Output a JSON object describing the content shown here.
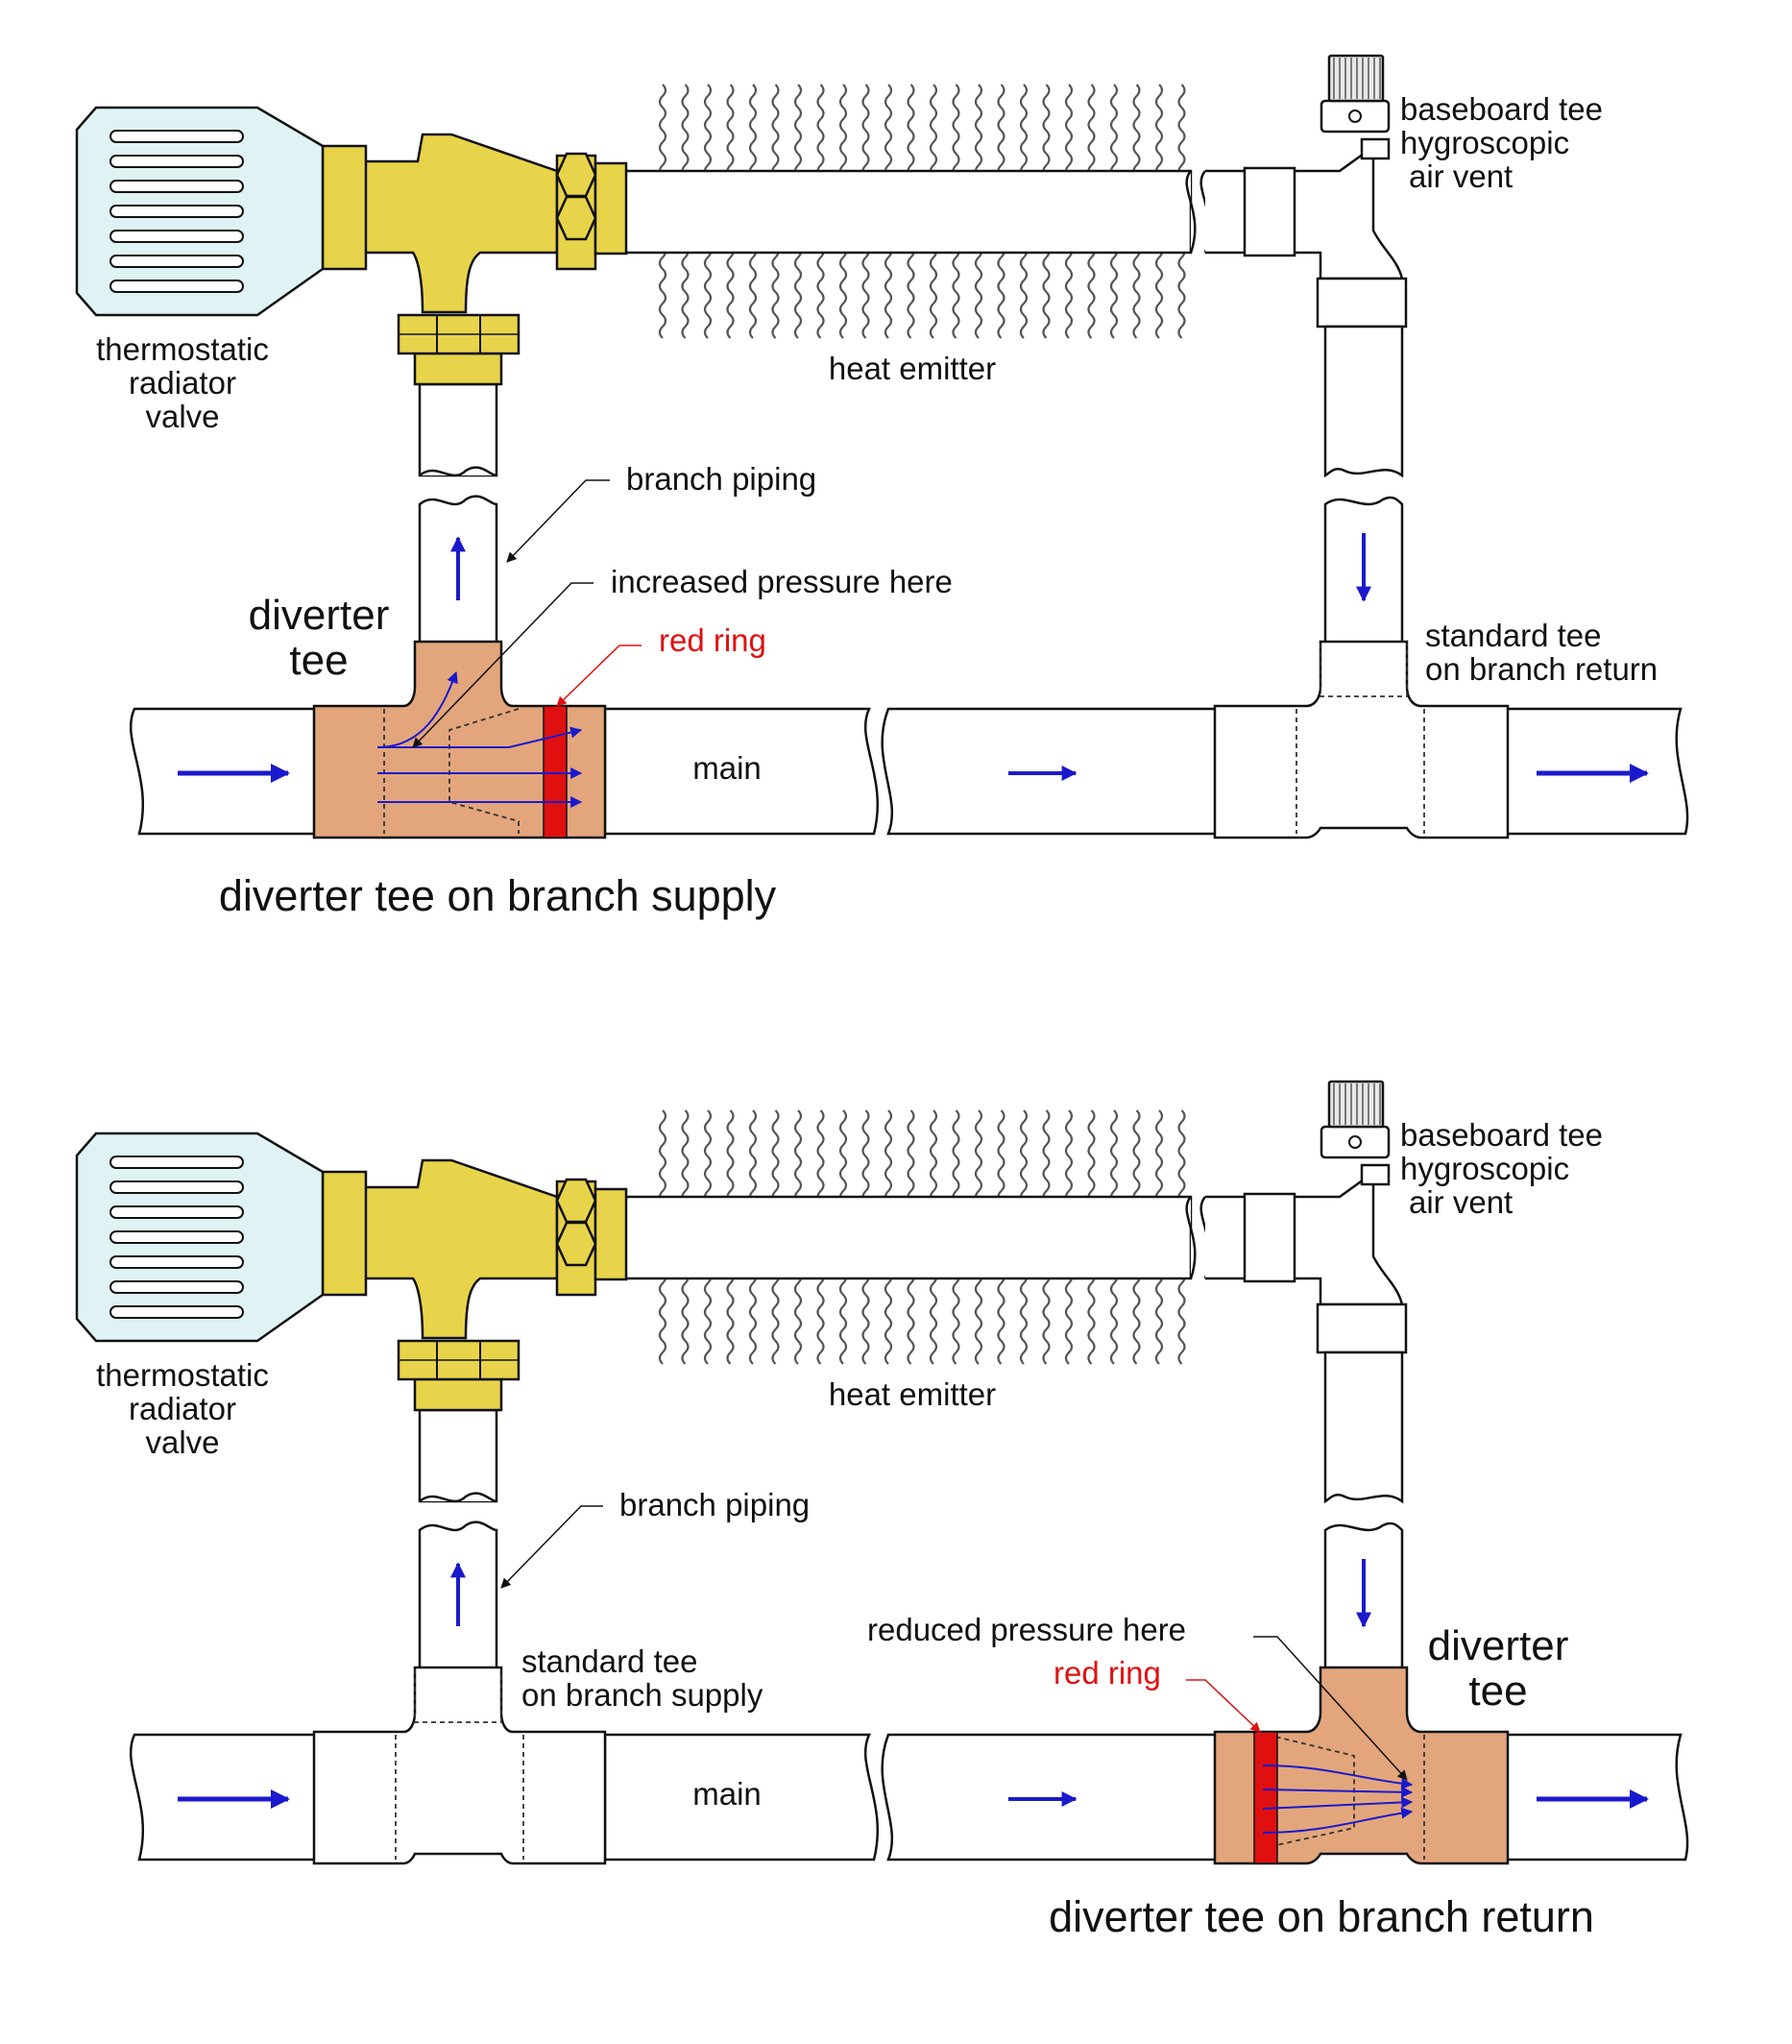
{
  "labels": {
    "trv": [
      "thermostatic",
      "radiator",
      "valve"
    ],
    "heat_emitter": "heat emitter",
    "air_vent": [
      "baseboard tee",
      "hygroscopic",
      "air vent"
    ],
    "branch_piping": "branch piping",
    "diverter_tee": [
      "diverter",
      "tee"
    ],
    "increased_pressure": "increased pressure here",
    "reduced_pressure": "reduced pressure here",
    "red_ring": "red ring",
    "standard_tee_return": [
      "standard tee",
      "on branch return"
    ],
    "standard_tee_supply": [
      "standard tee",
      "on branch supply"
    ],
    "main": "main"
  },
  "captions": {
    "top": "diverter tee on branch supply",
    "bottom": "diverter tee on branch return"
  },
  "colors": {
    "brass": "#e8d44a",
    "copper": "#e3a67c",
    "red_ring": "#e01010",
    "flow_arrow": "#1a1acc",
    "valve_head": "#dff3f5"
  }
}
